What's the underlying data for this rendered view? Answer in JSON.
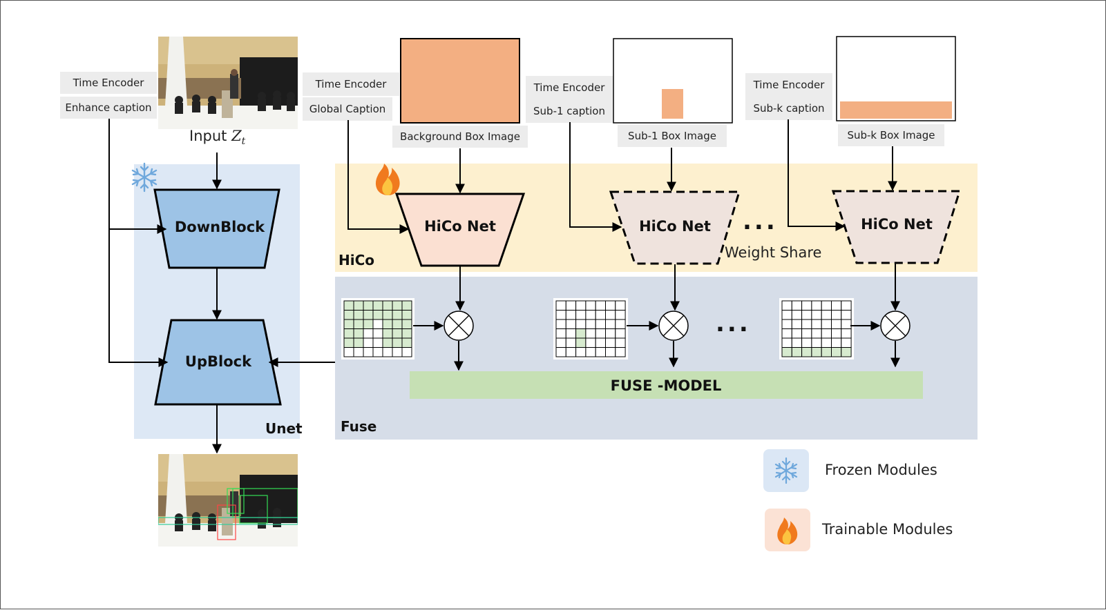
{
  "colors": {
    "unet_bg": "#dde8f5",
    "hico_bg": "#fdf0cf",
    "fuse_bg": "#d6dde8",
    "block_fill": "#9dc3e6",
    "hico_net_fill": "#fbe0d2",
    "hico_shared_fill": "#efe3dd",
    "box_orange": "#f3af82",
    "fuse_model_green": "#c6e0b4",
    "grid_green": "#d7ebcf",
    "label_bg": "#ececec",
    "frozen_legend_bg": "#dbe7f5",
    "trainable_legend_bg": "#fbe2d5"
  },
  "unet": {
    "region_label": "Unet",
    "down_block": "DownBlock",
    "up_block": "UpBlock",
    "time_encoder": "Time Encoder",
    "enhance_caption": "Enhance caption",
    "input_label": "Input ",
    "input_symbol": "Z",
    "input_subscript": "t",
    "frozen_icon": "snowflake-icon"
  },
  "hico": {
    "region_label": "HiCo",
    "branches": [
      {
        "time_encoder": "Time Encoder",
        "caption": "Global Caption",
        "box_image_label": "Background Box Image",
        "net_label": "HiCo Net",
        "trainable_icon": "fire-icon"
      },
      {
        "time_encoder": "Time Encoder",
        "caption": "Sub-1 caption",
        "box_image_label": "Sub-1 Box Image",
        "net_label": "HiCo Net"
      },
      {
        "time_encoder": "Time Encoder",
        "caption": "Sub-k caption",
        "box_image_label": "Sub-k Box Image",
        "net_label": "HiCo Net"
      }
    ],
    "ellipsis": "...",
    "weight_share": "Weight Share"
  },
  "fuse": {
    "region_label": "Fuse",
    "model_label": "FUSE -MODEL",
    "ellipsis": "...",
    "operator_icon": "multiply-circle-icon"
  },
  "legend": [
    {
      "icon": "snowflake-icon",
      "label": "Frozen Modules"
    },
    {
      "icon": "fire-icon",
      "label": "Trainable Modules"
    }
  ]
}
